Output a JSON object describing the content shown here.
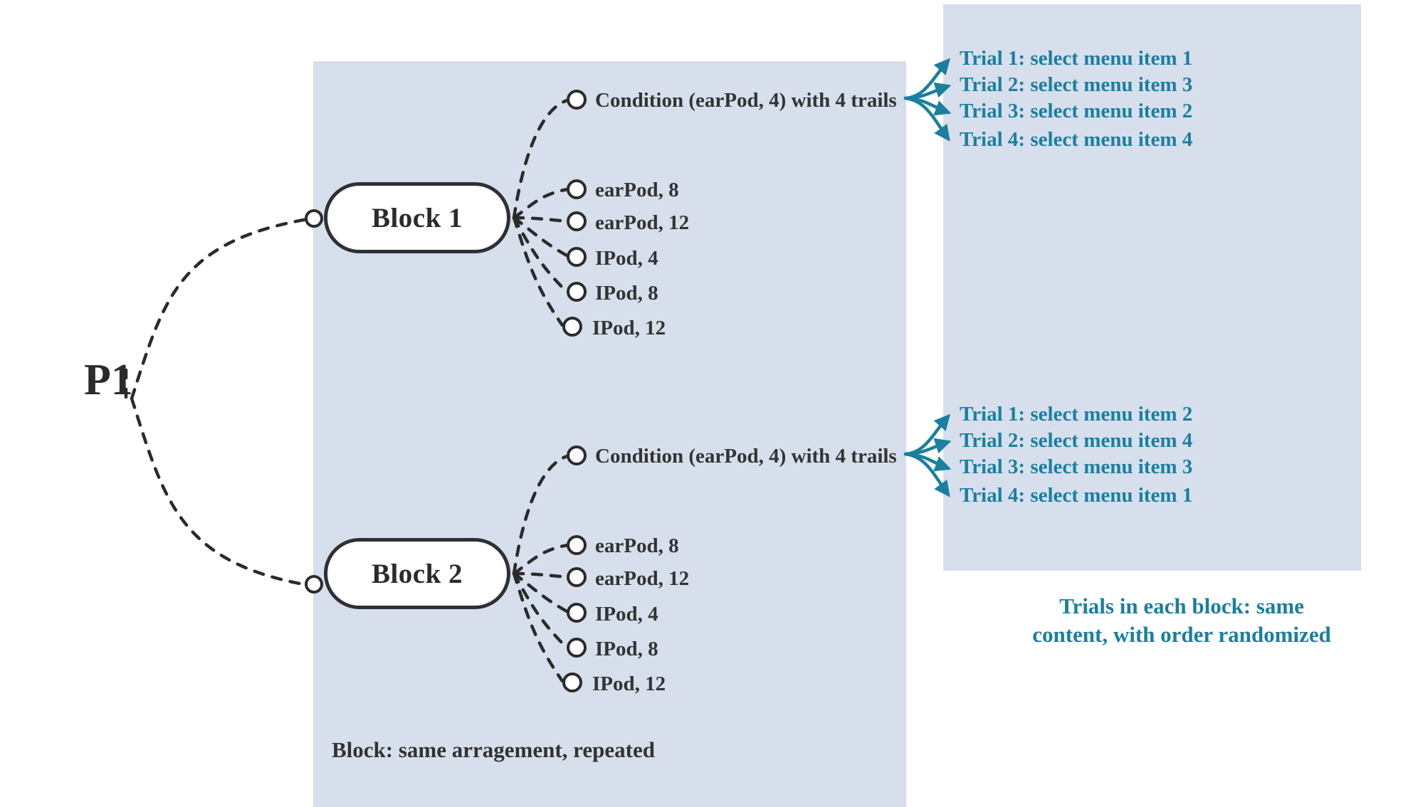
{
  "colors": {
    "panel_bg": "#d6dfeb",
    "teal": "#1a7fa0",
    "dark_text": "#333333",
    "node_border": "#2e3034",
    "page_bg": "#ffffff"
  },
  "participant": {
    "label": "P1"
  },
  "blocks": [
    {
      "name": "Block 1",
      "condition_label": "Condition (earPod, 4) with 4 trails",
      "leaves": [
        {
          "label": "earPod, 8"
        },
        {
          "label": "earPod, 12"
        },
        {
          "label": "IPod, 4"
        },
        {
          "label": "IPod, 8"
        },
        {
          "label": "IPod, 12"
        }
      ],
      "trials": [
        {
          "label": "Trial 1: select menu item 1"
        },
        {
          "label": "Trial 2: select menu item 3"
        },
        {
          "label": "Trial 3: select menu item 2"
        },
        {
          "label": "Trial 4: select menu item 4"
        }
      ]
    },
    {
      "name": "Block 2",
      "condition_label": "Condition (earPod, 4) with 4 trails",
      "leaves": [
        {
          "label": "earPod, 8"
        },
        {
          "label": "earPod, 12"
        },
        {
          "label": "IPod, 4"
        },
        {
          "label": "IPod, 8"
        },
        {
          "label": "IPod, 12"
        }
      ],
      "trials": [
        {
          "label": "Trial 1: select menu item 2"
        },
        {
          "label": "Trial 2: select menu item 4"
        },
        {
          "label": "Trial 3: select menu item 3"
        },
        {
          "label": "Trial 4: select menu item 1"
        }
      ]
    }
  ],
  "captions": {
    "block_note": "Block: same arragement, repeated",
    "trials_note_line_1": "Trials in each block: same",
    "trials_note_line_2": "content, with order randomized"
  }
}
